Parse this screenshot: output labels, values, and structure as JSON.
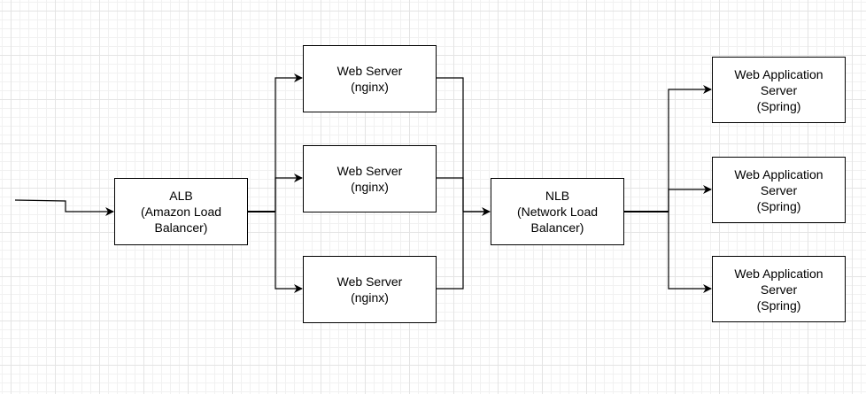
{
  "nodes": {
    "alb": {
      "lines": [
        "ALB",
        "(Amazon Load",
        "Balancer)"
      ]
    },
    "web1": {
      "lines": [
        "Web Server",
        "(nginx)"
      ]
    },
    "web2": {
      "lines": [
        "Web Server",
        "(nginx)"
      ]
    },
    "web3": {
      "lines": [
        "Web Server",
        "(nginx)"
      ]
    },
    "nlb": {
      "lines": [
        "NLB",
        "(Network Load",
        "Balancer)"
      ]
    },
    "app1": {
      "lines": [
        "Web Application",
        "Server",
        "(Spring)"
      ]
    },
    "app2": {
      "lines": [
        "Web Application",
        "Server",
        "(Spring)"
      ]
    },
    "app3": {
      "lines": [
        "Web Application",
        "Server",
        "(Spring)"
      ]
    }
  },
  "colors": {
    "stroke": "#000000",
    "fill": "#ffffff"
  }
}
